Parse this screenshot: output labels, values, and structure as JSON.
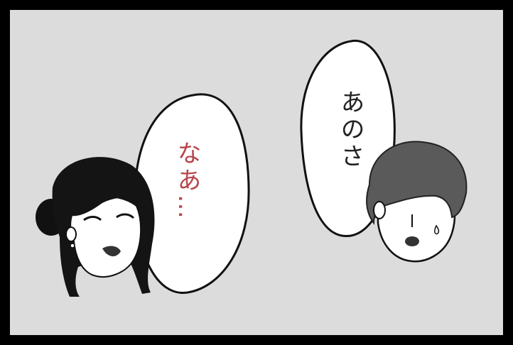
{
  "panel": {
    "background_color": "#dcdcdc",
    "border_color": "#000000"
  },
  "bubbles": {
    "woman_speech": {
      "text": "なあ…",
      "color": "#b8454a"
    },
    "man_speech": {
      "text": "あのさ",
      "color": "#222222"
    }
  },
  "characters": [
    {
      "name": "woman",
      "hair": "black"
    },
    {
      "name": "man",
      "hair": "dark-gray"
    }
  ]
}
